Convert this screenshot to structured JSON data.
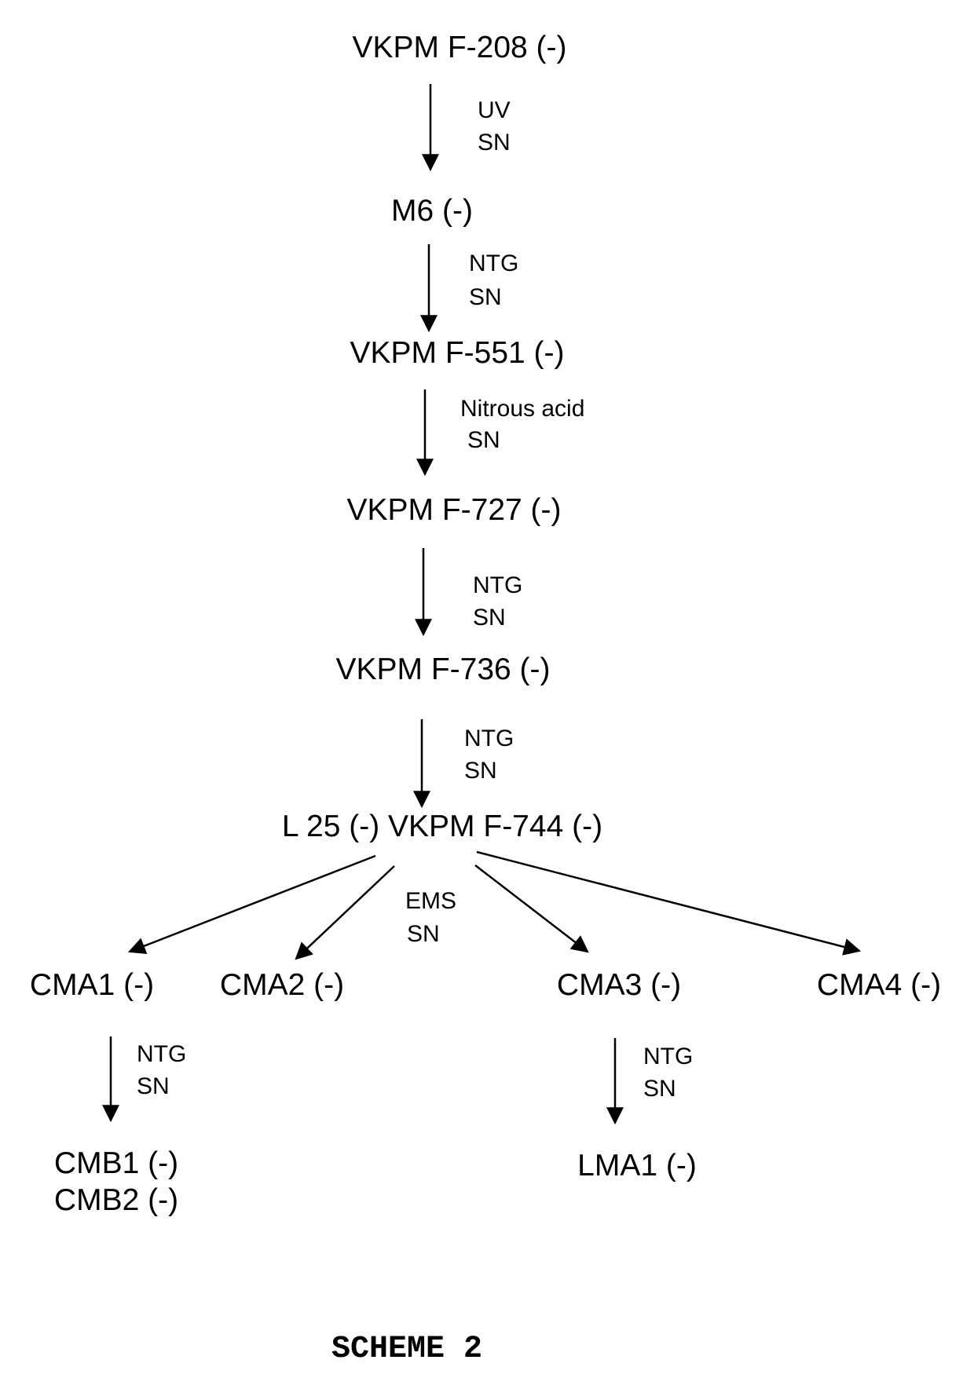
{
  "nodes": {
    "f208": "VKPM F-208 (-)",
    "m6": "M6 (-)",
    "f551": "VKPM F-551 (-)",
    "f727": "VKPM F-727 (-)",
    "f736": "VKPM F-736 (-)",
    "l25": "L 25 (-) VKPM F-744 (-)",
    "cma1": "CMA1 (-)",
    "cma2": "CMA2 (-)",
    "cma3": "CMA3 (-)",
    "cma4": "CMA4 (-)",
    "cmb1": "CMB1 (-)",
    "cmb2": "CMB2 (-)",
    "lma1": "LMA1 (-)"
  },
  "steps": {
    "s1": {
      "agent": "UV",
      "method": "SN"
    },
    "s2": {
      "agent": "NTG",
      "method": "SN"
    },
    "s3": {
      "agent": "Nitrous acid",
      "method": "SN"
    },
    "s4": {
      "agent": "NTG",
      "method": "SN"
    },
    "s5": {
      "agent": "NTG",
      "method": "SN"
    },
    "s6": {
      "agent": "EMS",
      "method": "SN"
    },
    "s7": {
      "agent": "NTG",
      "method": "SN"
    },
    "s8": {
      "agent": "NTG",
      "method": "SN"
    }
  },
  "caption": "SCHEME 2"
}
